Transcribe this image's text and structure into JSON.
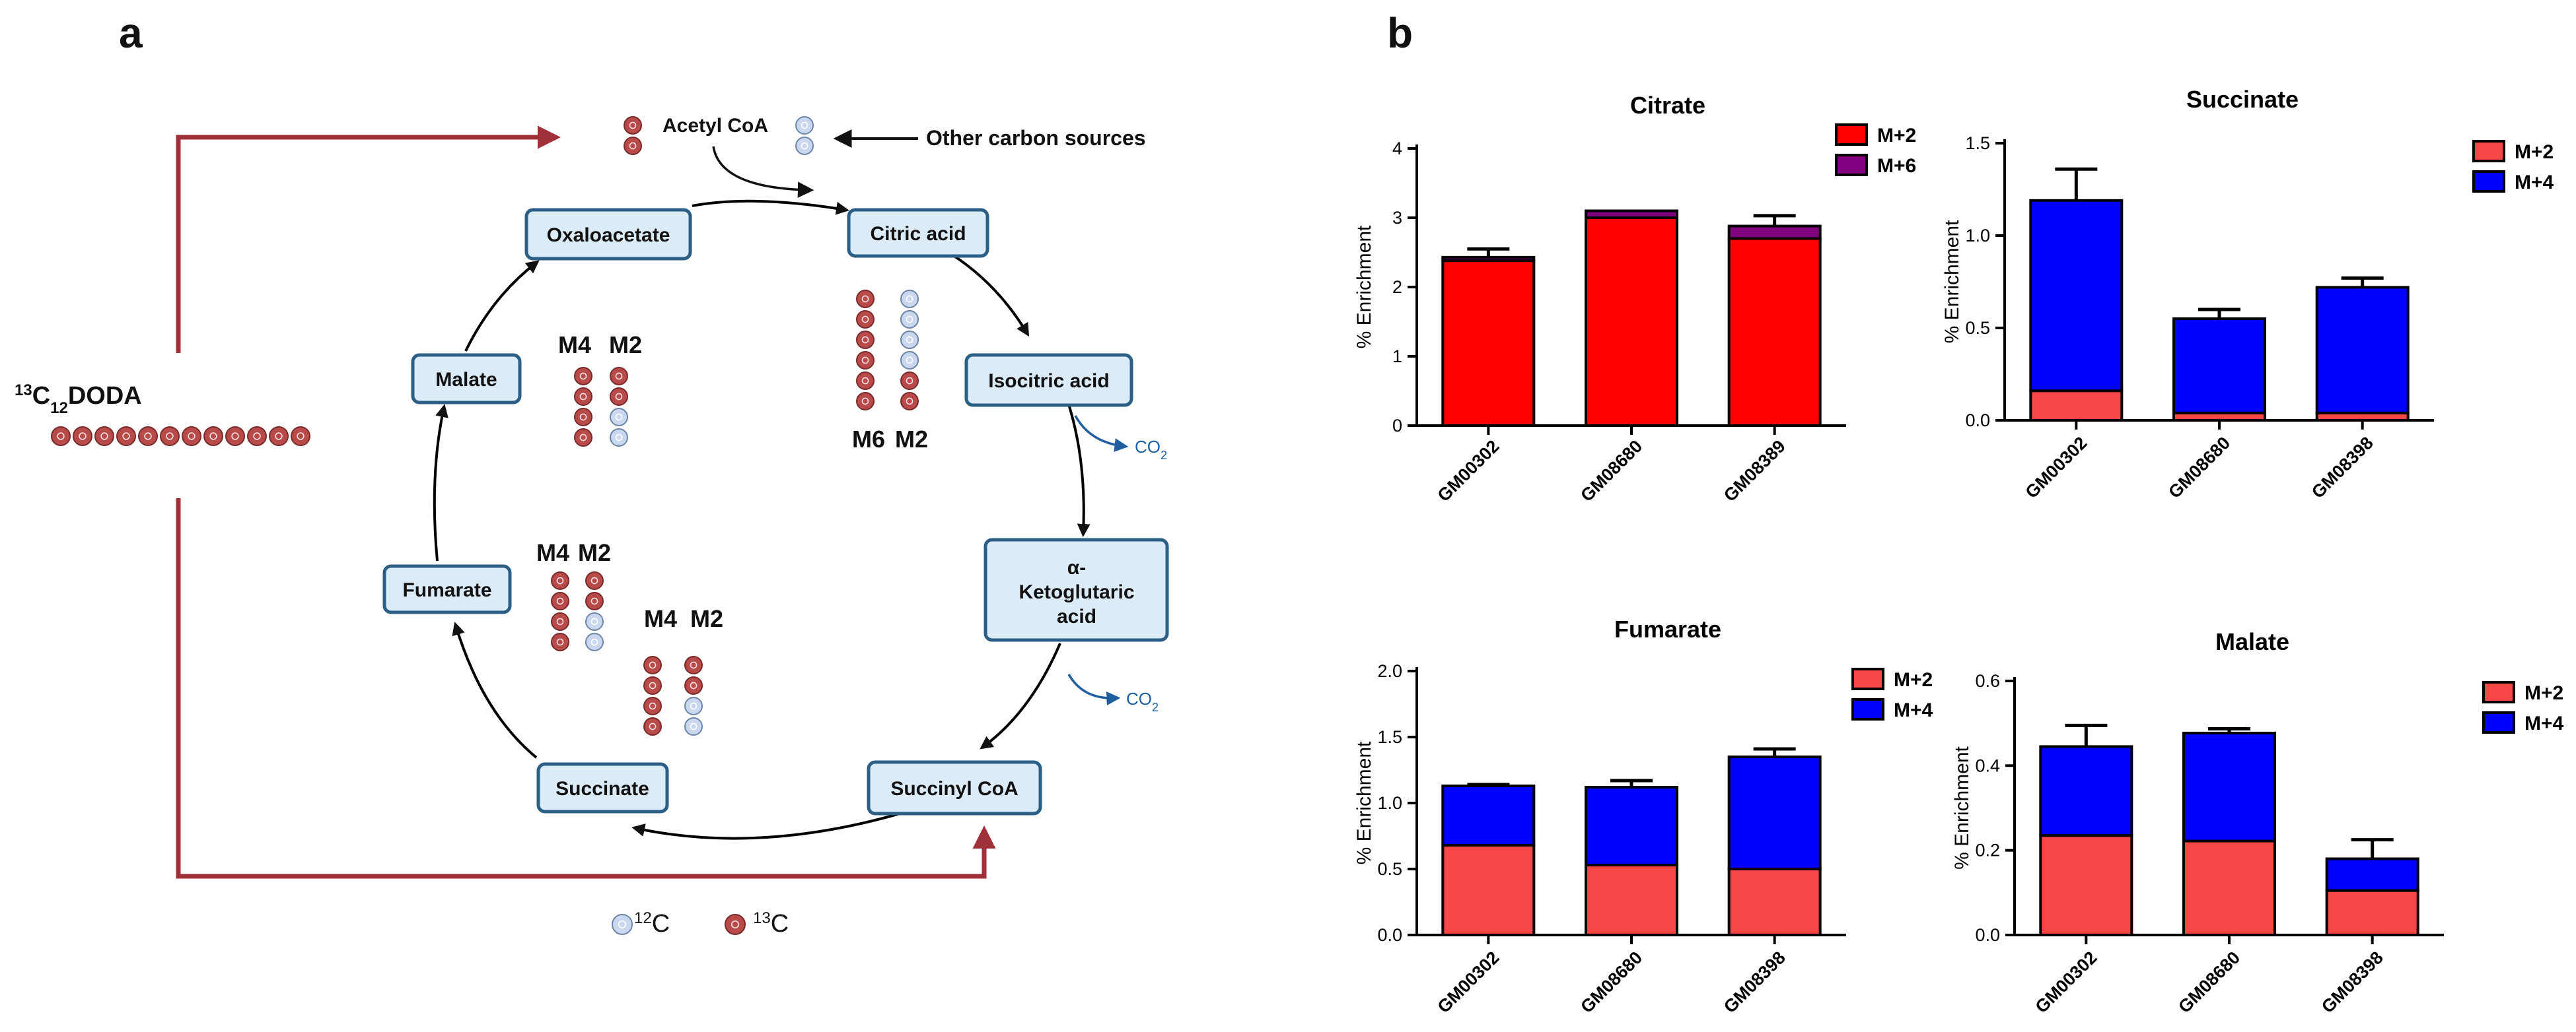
{
  "panel_labels": {
    "a": "a",
    "b": "b"
  },
  "diagram": {
    "colors": {
      "c13": "#b94a4a",
      "c12": "#c9d8ee",
      "box_fill": "#dcebf8",
      "box_stroke": "#2b5f86",
      "red_arrow": "#a0303a",
      "co2": "#1f5fa0"
    },
    "acetyl_coa": "Acetyl CoA",
    "other_sources": "Other carbon sources",
    "substrate_prefix": "13",
    "substrate_main": "C",
    "substrate_sub": "12",
    "substrate_suffix": "DODA",
    "nodes": {
      "oxaloacetate": "Oxaloacetate",
      "citric": "Citric acid",
      "isocitric": "Isocitric acid",
      "akg_1": "α-",
      "akg_2": "Ketoglutaric",
      "akg_3": "acid",
      "succinylcoa": "Succinyl CoA",
      "succinate": "Succinate",
      "fumarate": "Fumarate",
      "malate": "Malate"
    },
    "co2_main": "CO",
    "co2_sub": "2",
    "isotopologue_labels": {
      "citric_m6": "M6",
      "citric_m2": "M2",
      "malate_m4": "M4",
      "malate_m2": "M2",
      "fumarate_m4": "M4",
      "fumarate_m2": "M2",
      "succinate_m4": "M4",
      "succinate_m2": "M2"
    },
    "legend": {
      "c12_sup": "12",
      "c12_main": "C",
      "c13_sup": "13",
      "c13_main": "C"
    }
  },
  "chart_data": [
    {
      "type": "bar",
      "title": "Citrate",
      "ylabel": "% Enrichment",
      "ylim": [
        0,
        4
      ],
      "yticks": [
        "0",
        "1",
        "2",
        "3",
        "4"
      ],
      "categories": [
        "GM00302",
        "GM08680",
        "GM08389"
      ],
      "series": [
        {
          "name": "M+2",
          "color": "#ff0000",
          "values": [
            2.38,
            3.0,
            2.7
          ],
          "errors": [
            0.0,
            0.0,
            0.0
          ]
        },
        {
          "name": "M+6",
          "color": "#800080",
          "values": [
            0.05,
            0.1,
            0.18
          ],
          "errors": [
            0.12,
            0.0,
            0.15
          ]
        }
      ]
    },
    {
      "type": "bar",
      "title": "Succinate",
      "ylabel": "% Enrichment",
      "ylim": [
        0,
        1.5
      ],
      "yticks": [
        "0.0",
        "0.5",
        "1.0",
        "1.5"
      ],
      "categories": [
        "GM00302",
        "GM08680",
        "GM08398"
      ],
      "series": [
        {
          "name": "M+2",
          "color": "#f64747",
          "values": [
            0.16,
            0.04,
            0.04
          ],
          "errors": [
            0.01,
            0.01,
            0.0
          ]
        },
        {
          "name": "M+4",
          "color": "#0000ff",
          "values": [
            1.03,
            0.51,
            0.68
          ],
          "errors": [
            0.17,
            0.05,
            0.05
          ]
        }
      ]
    },
    {
      "type": "bar",
      "title": "Fumarate",
      "ylabel": "% Enrichment",
      "ylim": [
        0,
        2.0
      ],
      "yticks": [
        "0.0",
        "0.5",
        "1.0",
        "1.5",
        "2.0"
      ],
      "categories": [
        "GM00302",
        "GM08680",
        "GM08398"
      ],
      "series": [
        {
          "name": "M+2",
          "color": "#f64747",
          "values": [
            0.68,
            0.53,
            0.5
          ],
          "errors": [
            0.01,
            0.01,
            0.02
          ]
        },
        {
          "name": "M+4",
          "color": "#0000ff",
          "values": [
            0.45,
            0.59,
            0.85
          ],
          "errors": [
            0.01,
            0.05,
            0.06
          ]
        }
      ]
    },
    {
      "type": "bar",
      "title": "Malate",
      "ylabel": "% Enrichment",
      "ylim": [
        0,
        0.6
      ],
      "yticks": [
        "0.0",
        "0.2",
        "0.4",
        "0.6"
      ],
      "categories": [
        "GM00302",
        "GM08680",
        "GM08398"
      ],
      "series": [
        {
          "name": "M+2",
          "color": "#f64747",
          "values": [
            0.235,
            0.222,
            0.105
          ],
          "errors": [
            0.04,
            0.008,
            0.0
          ]
        },
        {
          "name": "M+4",
          "color": "#0000ff",
          "values": [
            0.21,
            0.255,
            0.075
          ],
          "errors": [
            0.05,
            0.01,
            0.045
          ]
        }
      ]
    }
  ]
}
